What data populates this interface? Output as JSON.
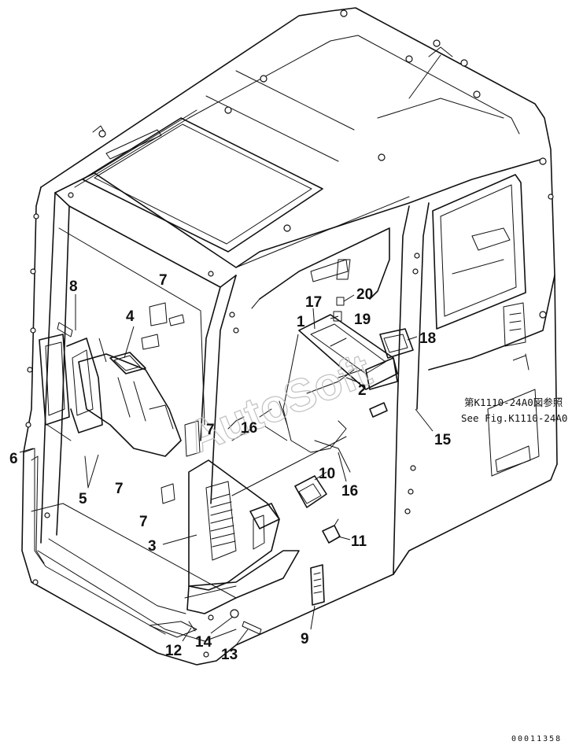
{
  "watermark": "AutoSoft",
  "reference_note": {
    "line1": "第K1110-24A0図参照",
    "line2": "See Fig.K1110-24A0"
  },
  "document_id": "00011358",
  "callouts": [
    {
      "id": "c1",
      "label": "1"
    },
    {
      "id": "c2",
      "label": "2"
    },
    {
      "id": "c3",
      "label": "3"
    },
    {
      "id": "c4",
      "label": "4"
    },
    {
      "id": "c5",
      "label": "5"
    },
    {
      "id": "c6",
      "label": "6"
    },
    {
      "id": "c7a",
      "label": "7"
    },
    {
      "id": "c7b",
      "label": "7"
    },
    {
      "id": "c7c",
      "label": "7"
    },
    {
      "id": "c7d",
      "label": "7"
    },
    {
      "id": "c8",
      "label": "8"
    },
    {
      "id": "c9",
      "label": "9"
    },
    {
      "id": "c10",
      "label": "10"
    },
    {
      "id": "c11",
      "label": "11"
    },
    {
      "id": "c12",
      "label": "12"
    },
    {
      "id": "c13",
      "label": "13"
    },
    {
      "id": "c14",
      "label": "14"
    },
    {
      "id": "c15",
      "label": "15"
    },
    {
      "id": "c16a",
      "label": "16"
    },
    {
      "id": "c16b",
      "label": "16"
    },
    {
      "id": "c17",
      "label": "17"
    },
    {
      "id": "c18",
      "label": "18"
    },
    {
      "id": "c19",
      "label": "19"
    },
    {
      "id": "c20",
      "label": "20"
    }
  ]
}
